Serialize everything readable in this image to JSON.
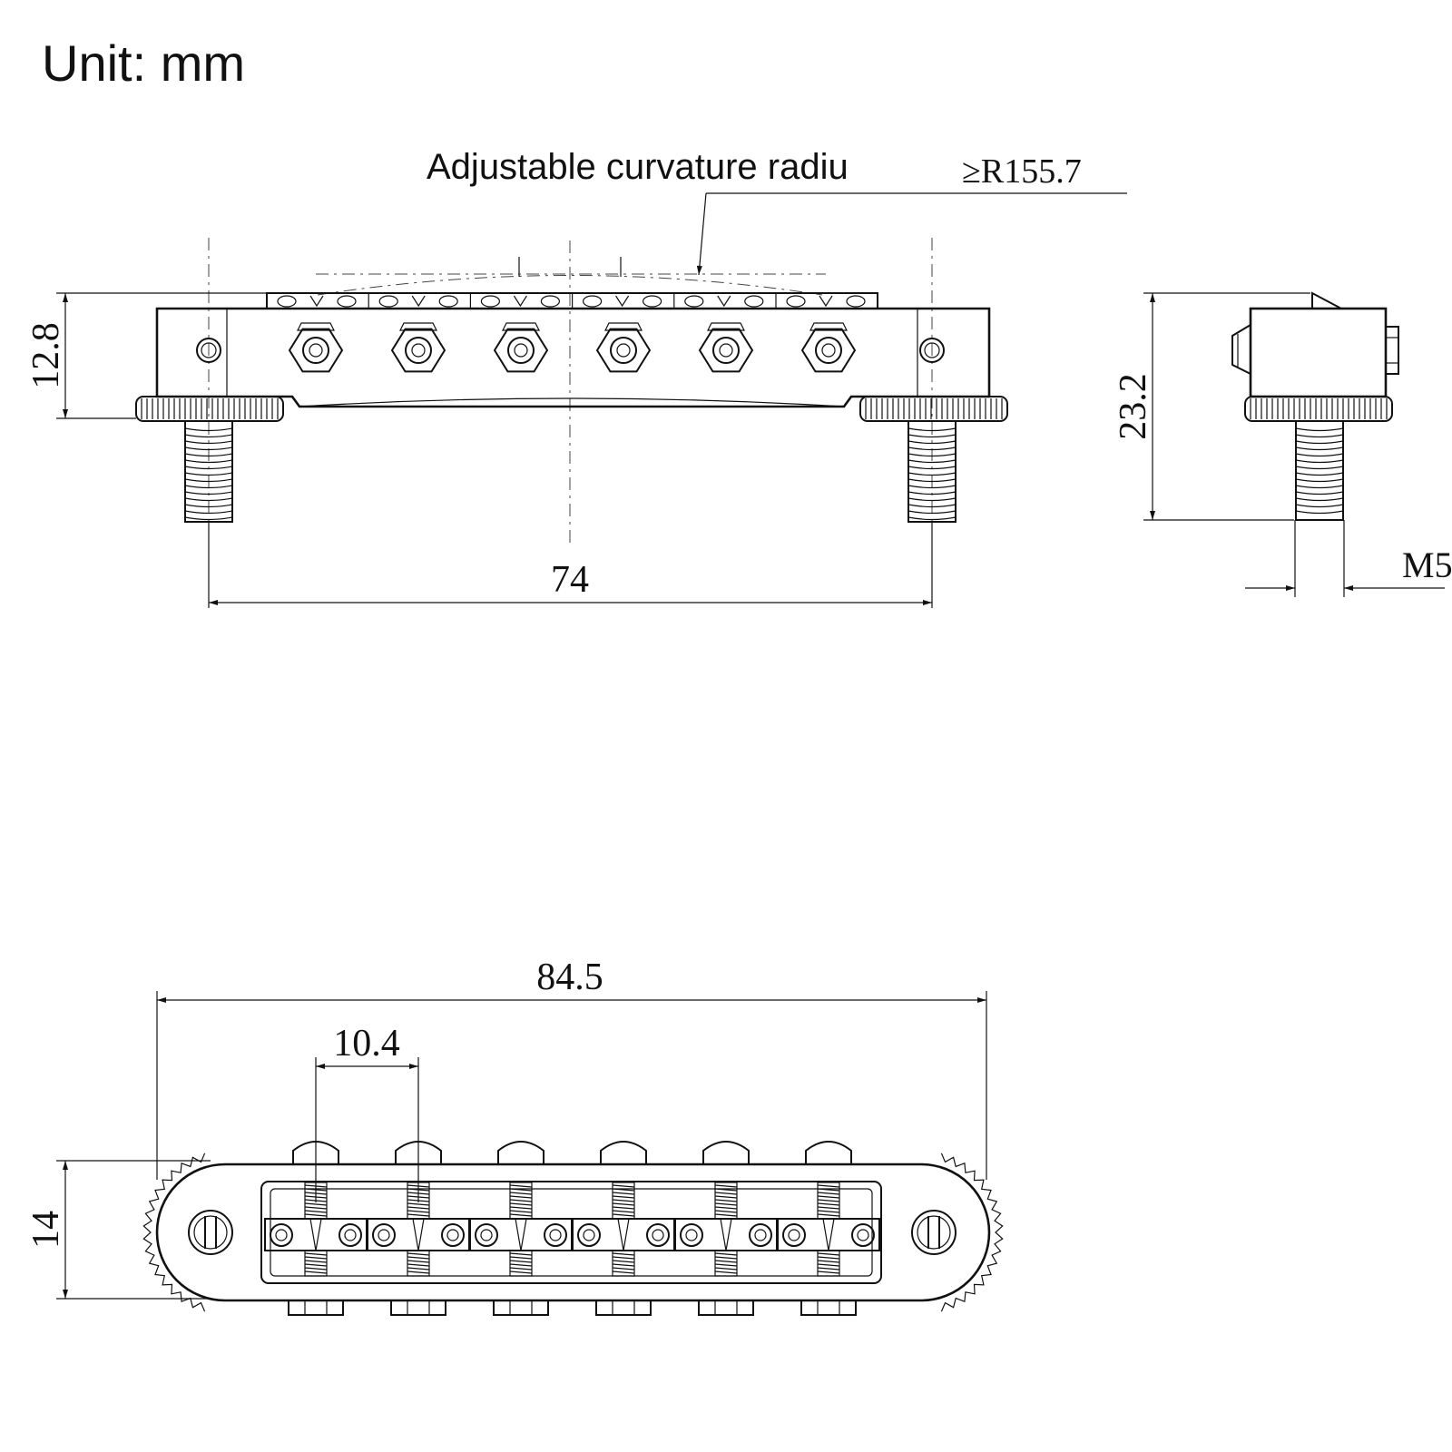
{
  "unit_label": "Unit: mm",
  "annotation": {
    "text": "Adjustable curvature radiu",
    "value": "≥R155.7"
  },
  "dimensions": {
    "top_height": "12.8",
    "top_width": "74",
    "side_height": "23.2",
    "thread": "M5",
    "overall_length": "84.5",
    "saddle_spacing": "10.4",
    "bottom_height": "14"
  },
  "colors": {
    "line": "#111111",
    "background": "#ffffff"
  },
  "saddle_count": 6
}
